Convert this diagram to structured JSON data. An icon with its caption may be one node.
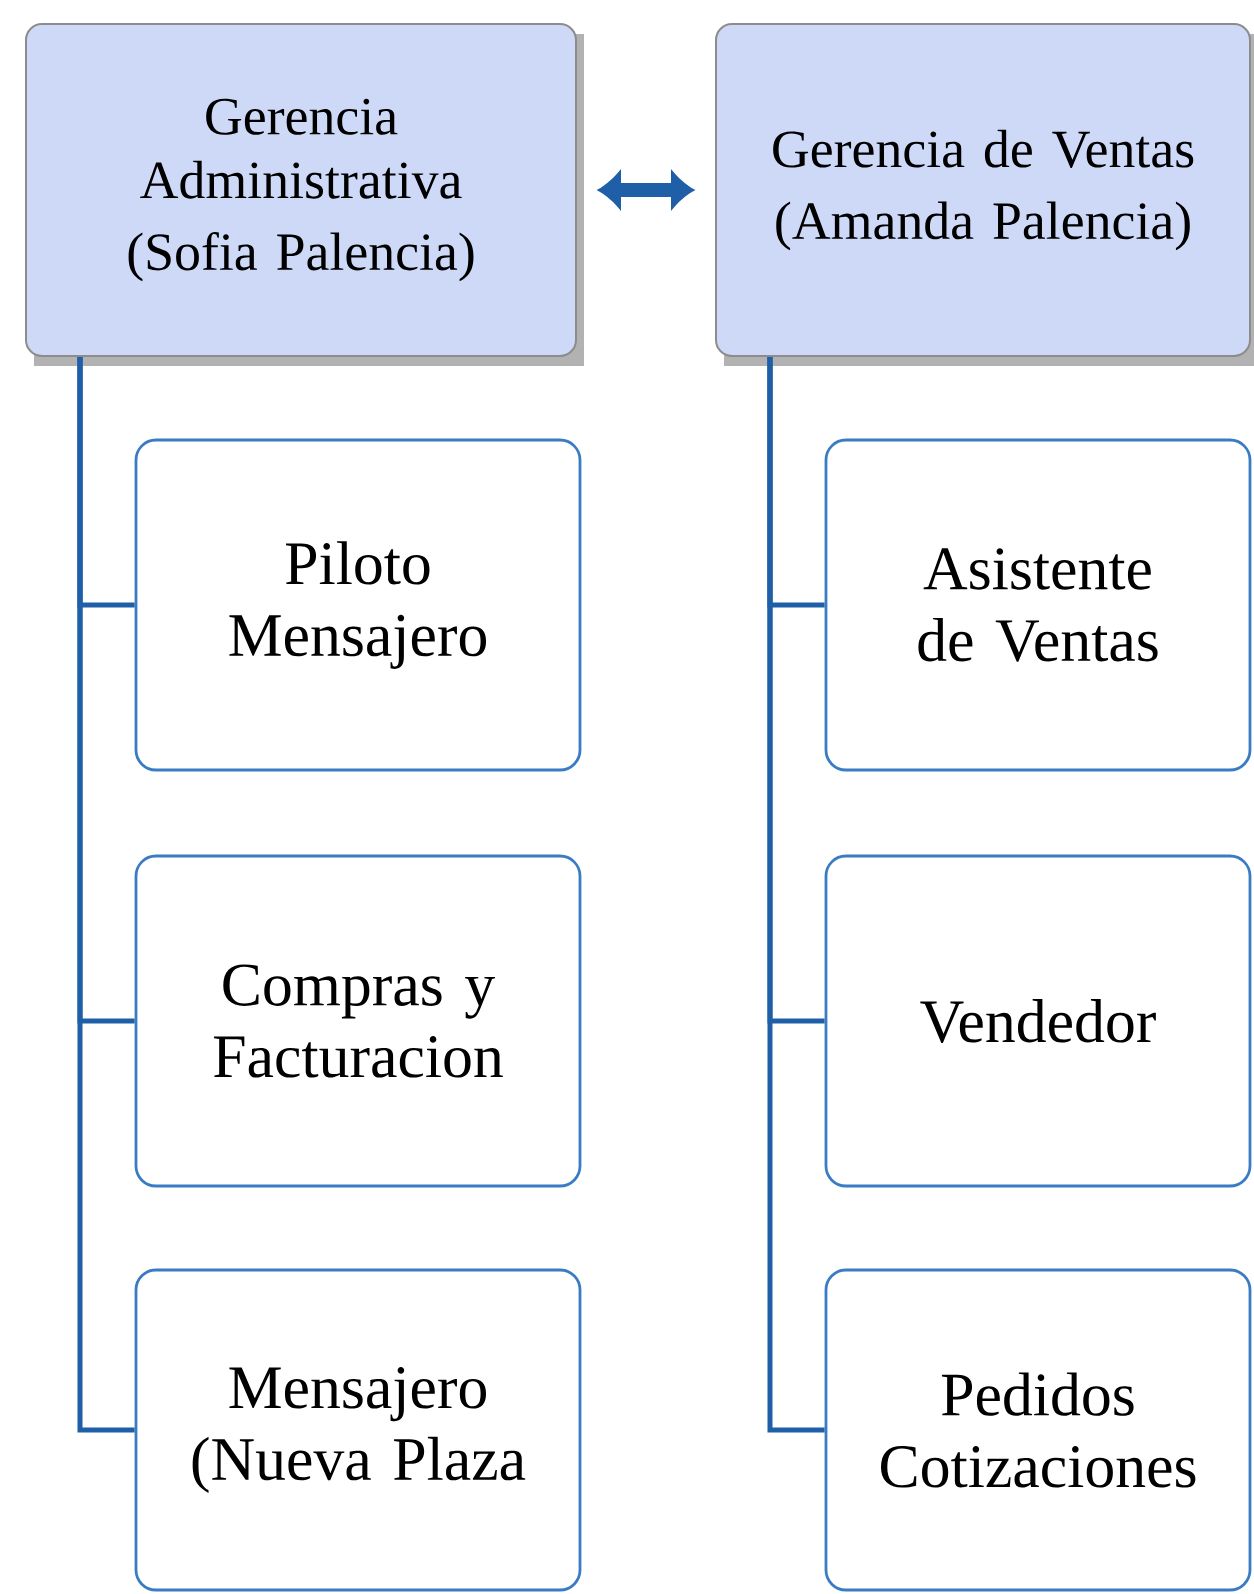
{
  "diagram": {
    "nodes": [
      {
        "text": [
          "Gerencia Administrativa",
          "(Sofia Palencia)"
        ]
      },
      {
        "text": [
          "Gerencia de Ventas",
          "(Amanda Palencia)"
        ]
      },
      {
        "text": [
          "Piloto Mensajero"
        ]
      },
      {
        "text": [
          "Compras y Facturacion"
        ]
      },
      {
        "text": [
          "Mensajero (Nueva Plaza"
        ]
      },
      {
        "text": [
          "Asistente de Ventas"
        ]
      },
      {
        "text": [
          "Vendedor"
        ]
      },
      {
        "text": [
          "Pedidos Cotizaciones"
        ]
      }
    ],
    "edges": [
      {
        "from": 0,
        "to": 1,
        "arrow": "both",
        "style": "thick"
      },
      {
        "from": 0,
        "to": 2,
        "arrow": "none"
      },
      {
        "from": 0,
        "to": 3,
        "arrow": "none"
      },
      {
        "from": 0,
        "to": 4,
        "arrow": "none"
      },
      {
        "from": 1,
        "to": 5,
        "arrow": "none"
      },
      {
        "from": 1,
        "to": 6,
        "arrow": "none"
      },
      {
        "from": 1,
        "to": 7,
        "arrow": "none"
      }
    ]
  }
}
